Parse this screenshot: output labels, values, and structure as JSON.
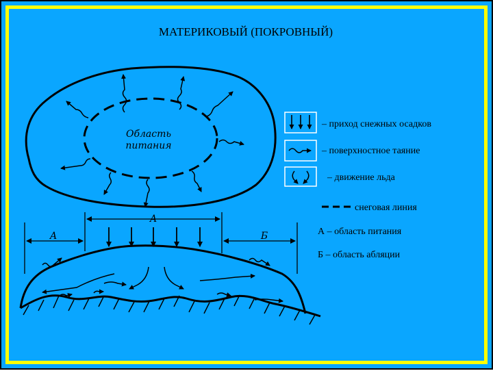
{
  "title": "МАТЕРИКОВЫЙ (ПОКРОВНЫЙ)",
  "top_view": {
    "area_label_line1": "Область",
    "area_label_line2": "питания"
  },
  "legend": {
    "snow_input": "– приход снежных осадков",
    "surface_melting": "– поверхностное таяние",
    "ice_movement": "– движение льда",
    "snow_line": "снеговая линия",
    "zone_a": "А – область питания",
    "zone_b": "Б – область абляции"
  },
  "cross_section": {
    "label_a_center": "А",
    "label_a_left": "А",
    "label_b_right": "Б"
  },
  "colors": {
    "background": "#0aa6ff",
    "frame": "#ffff00",
    "ink": "#000000",
    "legend_box": "#ffffff"
  }
}
